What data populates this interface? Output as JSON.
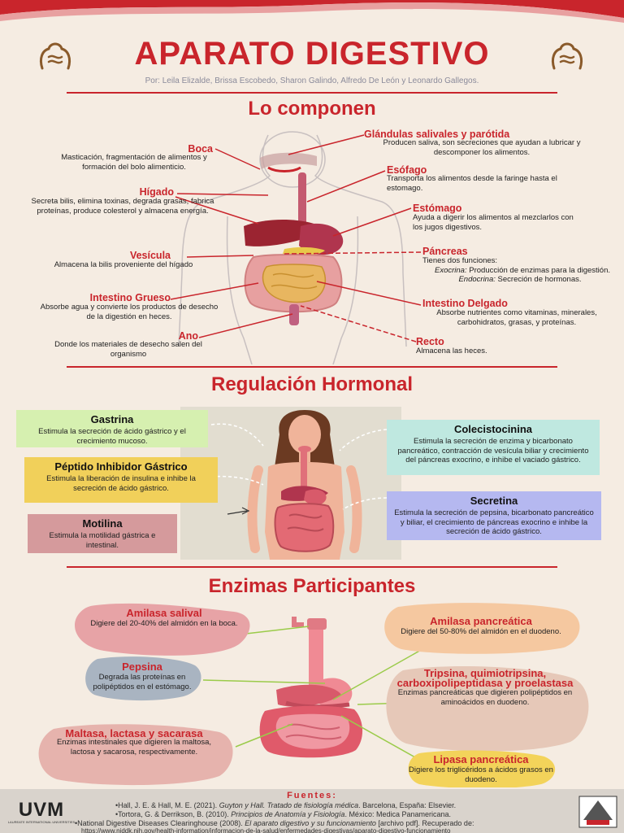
{
  "title": "APARATO DIGESTIVO",
  "authors": "Por: Leila Elizalde, Brissa Escobedo, Sharon Galindo, Alfredo De León y Leonardo Gallegos.",
  "colors": {
    "accent": "#c9252c",
    "background": "#f5ece2"
  },
  "section1": {
    "title": "Lo componen",
    "organs": {
      "boca": {
        "name": "Boca",
        "desc": "Masticación, fragmentación de alimentos y formación del bolo alimenticio."
      },
      "higado": {
        "name": "Hígado",
        "desc": "Secreta bilis, elimina toxinas, degrada grasas, fabrica proteínas, produce colesterol y almacena energía."
      },
      "vesicula": {
        "name": "Vesícula",
        "desc": "Almacena la bilis proveniente del hígado"
      },
      "intestino_grueso": {
        "name": "Intestino Grueso",
        "desc": "Absorbe agua y convierte los productos de desecho de la digestión en heces."
      },
      "ano": {
        "name": "Ano",
        "desc": "Donde los materiales de desecho salen del organismo"
      },
      "glandulas": {
        "name": "Glándulas salivales y parótida",
        "desc": "Producen saliva, son secreciones que ayudan a lubricar y descomponer los alimentos."
      },
      "esofago": {
        "name": "Esófago",
        "desc": "Transporta los alimentos desde la faringe hasta el estomago."
      },
      "estomago": {
        "name": "Estómago",
        "desc": "Ayuda a digerir los alimentos al mezclarlos con los jugos digestivos."
      },
      "pancreas": {
        "name": "Páncreas",
        "desc_intro": "Tienes dos funciones:",
        "exocrina_label": "Exocrina:",
        "exocrina_text": "Producción de enzimas para la digestión.",
        "endocrina_label": "Endocrina:",
        "endocrina_text": "Secreción de hormonas."
      },
      "intestino_delgado": {
        "name": "Intestino Delgado",
        "desc": "Absorbe nutrientes como vitaminas, minerales, carbohidratos, grasas, y proteínas."
      },
      "recto": {
        "name": "Recto",
        "desc": "Almacena las heces."
      }
    }
  },
  "section2": {
    "title": "Regulación Hormonal",
    "hormones": {
      "gastrina": {
        "name": "Gastrina",
        "desc": "Estimula la secreción de ácido gástrico y el crecimiento mucoso.",
        "color": "#d6f0b0"
      },
      "peptido": {
        "name": "Péptido Inhibidor Gástrico",
        "desc": "Estimula la liberación de insulina e inhibe la secreción de ácido gástrico.",
        "color": "#f1d05a"
      },
      "motilina": {
        "name": "Motilina",
        "desc": "Estimula la motilidad gástrica e intestinal.",
        "color": "#d59a9c"
      },
      "colecistocinina": {
        "name": "Colecistocinina",
        "desc": "Estimula la secreción de enzima y bicarbonato pancreático, contracción de vesícula biliar y crecimiento del páncreas exocrino, e inhibe el vaciado gástrico.",
        "color": "#bfe8e0"
      },
      "secretina": {
        "name": "Secretina",
        "desc": "Estimula la secreción de pepsina, bicarbonato pancreático y biliar, el crecimiento de páncreas exocrino e inhibe la secreción de ácido gástrico.",
        "color": "#b5b8f0"
      }
    }
  },
  "section3": {
    "title": "Enzimas Participantes",
    "enzymes": {
      "amilasa_salival": {
        "name": "Amilasa salival",
        "desc": "Digiere del 20-40% del almidón en la boca."
      },
      "pepsina": {
        "name": "Pepsina",
        "desc": "Degrada las proteínas en polipéptidos en el estómago."
      },
      "maltasa": {
        "name": "Maltasa, lactasa y sacarasa",
        "desc": "Enzimas intestinales que digieren la maltosa, lactosa y sacarosa, respectivamente."
      },
      "amilasa_pancreatica": {
        "name": "Amilasa pancreática",
        "desc": "Digiere del 50-80% del almidón en el duodeno."
      },
      "tripsina": {
        "name": "Tripsina, quimiotripsina, carboxipolipeptidasa y proelastasa",
        "desc": "Enzimas pancreáticas que digieren polipéptidos en aminoácidos en duodeno."
      },
      "lipasa": {
        "name": "Lipasa pancreática",
        "desc": "Digiere los triglicéridos a ácidos grasos en duodeno."
      }
    }
  },
  "footer": {
    "logo_text": "UVM",
    "logo_sub": "LAUREATE INTERNATIONAL UNIVERSITIES",
    "title": "Fuentes:",
    "ref1_a": "•Hall, J. E. & Hall, M. E. (2021). ",
    "ref1_i": "Guyton y Hall. Tratado de fisiología médica",
    "ref1_b": ". Barcelona, España: Elsevier.",
    "ref2_a": "•Tortora, G. & Derrikson, B. (2010). ",
    "ref2_i": "Principios de Anatomía y Fisiología",
    "ref2_b": ". México: Medica Panamericana.",
    "ref3_a": "•National Digestive Diseases Clearinghouse (2008). ",
    "ref3_i": "El aparato digestivo y su funcionamiento",
    "ref3_b": " [archivo pdf]. Recuperado de:",
    "ref3_url": "https://www.niddk.nih.gov/health-information/informacion-de-la-salud/enfermedades-digestivas/aparato-digestivo-funcionamiento"
  }
}
